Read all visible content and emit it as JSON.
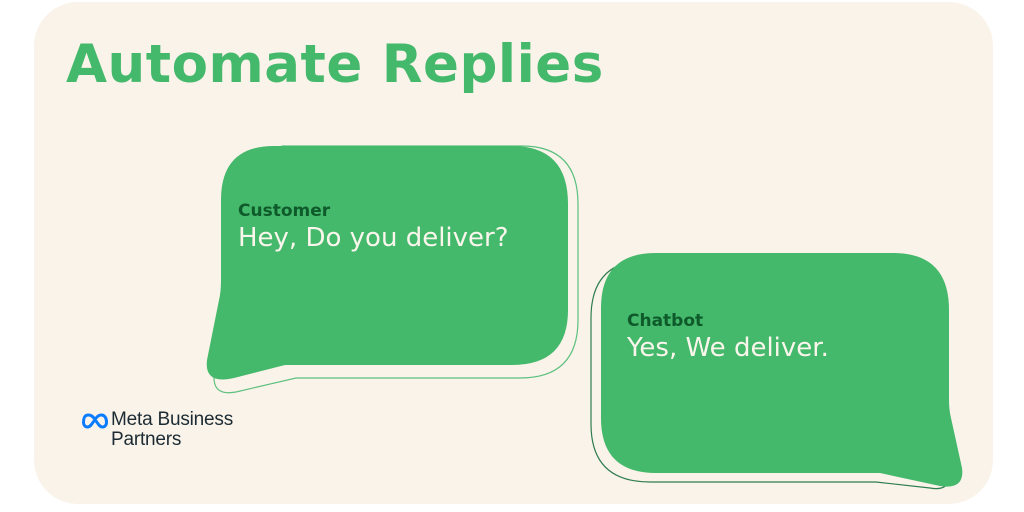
{
  "title": "Automate Replies",
  "bubbles": [
    {
      "sender": "Customer",
      "message": "Hey, Do you deliver?"
    },
    {
      "sender": "Chatbot",
      "message": "Yes, We deliver."
    }
  ],
  "logo": {
    "icon": "meta-infinity-icon",
    "line1": "Meta Business",
    "line2": "Partners"
  },
  "colors": {
    "background": "#FAF3EA",
    "accent_green": "#44B86B",
    "sender_label": "#0E5A2B",
    "message_text": "#FBF6EC",
    "outline_light": "#5CC07E",
    "outline_dark": "#2E7D4F",
    "meta_blue": "#0A7CFF",
    "logo_text": "#1C2B33"
  }
}
